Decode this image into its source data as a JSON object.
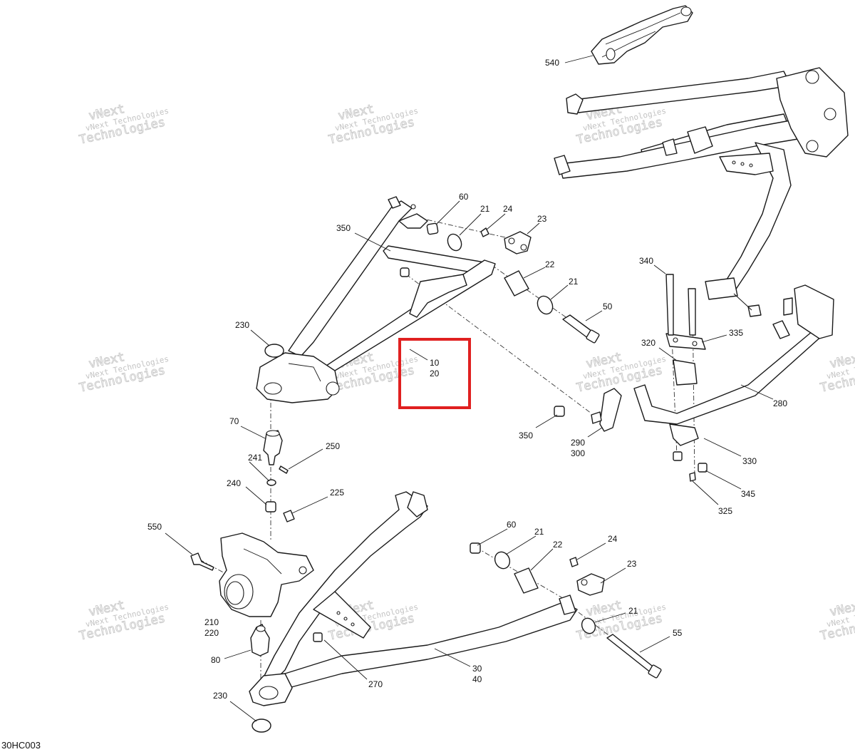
{
  "diagram": {
    "code": "30HC003",
    "watermark": {
      "line1": "vNext Technologies",
      "line2": "vNext",
      "line3": "Technologies"
    },
    "highlight_box": {
      "line1": "10",
      "line2": "20"
    },
    "callouts": [
      {
        "id": "540",
        "text": "540"
      },
      {
        "id": "60a",
        "text": "60"
      },
      {
        "id": "21a",
        "text": "21"
      },
      {
        "id": "24a",
        "text": "24"
      },
      {
        "id": "23a",
        "text": "23"
      },
      {
        "id": "350a",
        "text": "350"
      },
      {
        "id": "22a",
        "text": "22"
      },
      {
        "id": "21b",
        "text": "21"
      },
      {
        "id": "50",
        "text": "50"
      },
      {
        "id": "230a",
        "text": "230"
      },
      {
        "id": "340",
        "text": "340"
      },
      {
        "id": "335",
        "text": "335"
      },
      {
        "id": "320",
        "text": "320"
      },
      {
        "id": "280",
        "text": "280"
      },
      {
        "id": "350b",
        "text": "350"
      },
      {
        "id": "290",
        "text": "290"
      },
      {
        "id": "300",
        "text": "300"
      },
      {
        "id": "330",
        "text": "330"
      },
      {
        "id": "345",
        "text": "345"
      },
      {
        "id": "325",
        "text": "325"
      },
      {
        "id": "70",
        "text": "70"
      },
      {
        "id": "241",
        "text": "241"
      },
      {
        "id": "250",
        "text": "250"
      },
      {
        "id": "240",
        "text": "240"
      },
      {
        "id": "225",
        "text": "225"
      },
      {
        "id": "550",
        "text": "550"
      },
      {
        "id": "60b",
        "text": "60"
      },
      {
        "id": "21c",
        "text": "21"
      },
      {
        "id": "22b",
        "text": "22"
      },
      {
        "id": "24b",
        "text": "24"
      },
      {
        "id": "23b",
        "text": "23"
      },
      {
        "id": "21d",
        "text": "21"
      },
      {
        "id": "210",
        "text": "210"
      },
      {
        "id": "220",
        "text": "220"
      },
      {
        "id": "55",
        "text": "55"
      },
      {
        "id": "80",
        "text": "80"
      },
      {
        "id": "30",
        "text": "30"
      },
      {
        "id": "40",
        "text": "40"
      },
      {
        "id": "270",
        "text": "270"
      },
      {
        "id": "230b",
        "text": "230"
      }
    ]
  }
}
